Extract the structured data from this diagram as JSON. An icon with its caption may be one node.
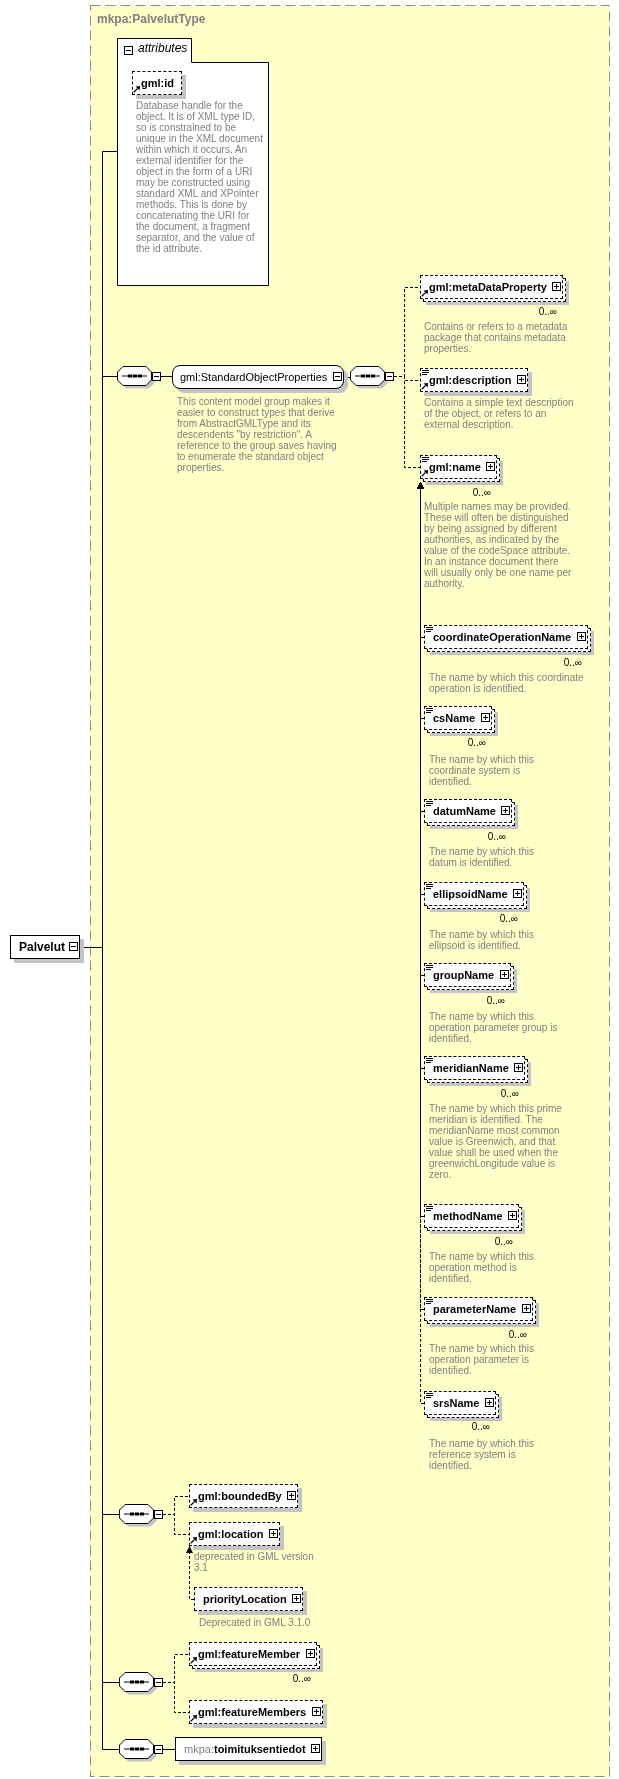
{
  "diagram": {
    "nodes": [
      {
        "text": [
          "Palvelut"
        ]
      },
      {
        "text": [
          "mkpa:PalvelutType"
        ]
      },
      {
        "text": [
          "attributes"
        ],
        "in": 1
      },
      {
        "text": [
          "gml:id"
        ],
        "in": 2,
        "beside": [
          "Database handle for the object. It is of XML type ID, so is constrained to be unique in the XML document within which it occurs. An external identifier for the object in the form of a URI may be constructed using standard XML and XPointer methods. This is done by concatenating the URI for the document, a fragment separator, and the value of the id attribute."
        ]
      },
      {
        "text": [],
        "shape": "octagon",
        "in": 1
      },
      {
        "text": [
          "gml:StandardObjectProperties"
        ],
        "in": 1,
        "beside": [
          "This content model group makes it easier to construct types that derive from AbstractGMLType and its descendents \"by restriction\". A reference to the group saves having to enumerate the standard object properties."
        ]
      },
      {
        "text": [],
        "shape": "octagon",
        "in": 1
      },
      {
        "text": [
          "gml:metaDataProperty"
        ],
        "in": 1,
        "beside": [
          "0..∞",
          "Contains or refers to a metadata package that contains metadata properties."
        ]
      },
      {
        "text": [
          "gml:description"
        ],
        "in": 1,
        "beside": [
          "Contains a simple text description of the object, or refers to an external description."
        ]
      },
      {
        "text": [
          "gml:name"
        ],
        "in": 1,
        "beside": [
          "0..∞",
          "Multiple names may be provided. These will often be distinguished by being assigned by different authorities, as indicated by the value of the codeSpace attribute. In an instance document there will usually only be one name per authority."
        ]
      },
      {
        "text": [
          "coordinateOperationName"
        ],
        "in": 1,
        "beside": [
          "0..∞",
          "The name by which this coordinate operation is identified."
        ]
      },
      {
        "text": [
          "csName"
        ],
        "in": 1,
        "beside": [
          "0..∞",
          "The name by which this coordinate system is identified."
        ]
      },
      {
        "text": [
          "datumName"
        ],
        "in": 1,
        "beside": [
          "0..∞",
          "The name by which this datum is identified."
        ]
      },
      {
        "text": [
          "ellipsoidName"
        ],
        "in": 1,
        "beside": [
          "0..∞",
          "The name by which this ellipsoid is identified."
        ]
      },
      {
        "text": [
          "groupName"
        ],
        "in": 1,
        "beside": [
          "0..∞",
          "The name by which this operation parameter group is identified."
        ]
      },
      {
        "text": [
          "meridianName"
        ],
        "in": 1,
        "beside": [
          "0..∞",
          "The name by which this prime meridian is identified. The meridianName most common value is Greenwich, and that value shall be used when the greenwichLongitude value is zero."
        ]
      },
      {
        "text": [
          "methodName"
        ],
        "in": 1,
        "beside": [
          "0..∞",
          "The name by which this operation method is identified."
        ]
      },
      {
        "text": [
          "parameterName"
        ],
        "in": 1,
        "beside": [
          "0..∞",
          "The name by which this operation parameter is identified."
        ]
      },
      {
        "text": [
          "srsName"
        ],
        "in": 1,
        "beside": [
          "0..∞",
          "The name by which this reference system is identified."
        ]
      },
      {
        "text": [],
        "shape": "octagon",
        "in": 1
      },
      {
        "text": [
          "gml:boundedBy"
        ],
        "in": 1
      },
      {
        "text": [
          "gml:location"
        ],
        "in": 1,
        "beside": [
          "deprecated in GML version 3.1"
        ]
      },
      {
        "text": [
          "priorityLocation"
        ],
        "in": 1,
        "beside": [
          "Deprecated in GML 3.1.0"
        ]
      },
      {
        "text": [],
        "shape": "octagon",
        "in": 1
      },
      {
        "text": [
          "gml:featureMember"
        ],
        "in": 1,
        "beside": [
          "0..∞"
        ]
      },
      {
        "text": [
          "gml:featureMembers"
        ],
        "in": 1
      },
      {
        "text": [],
        "shape": "octagon",
        "in": 1
      },
      {
        "text": [
          "mkpa:**toimituksentiedot**"
        ],
        "in": 1
      }
    ],
    "edges": [
      {
        "from": 0,
        "to": 2,
        "arrow": "none"
      },
      {
        "from": 0,
        "to": 4,
        "arrow": "none"
      },
      {
        "from": 0,
        "to": 19,
        "arrow": "none"
      },
      {
        "from": 0,
        "to": 23,
        "arrow": "none"
      },
      {
        "from": 0,
        "to": 26,
        "arrow": "none"
      },
      {
        "from": 4,
        "to": 5,
        "arrow": "none"
      },
      {
        "from": 5,
        "to": 6,
        "arrow": "none"
      },
      {
        "from": 6,
        "to": 7,
        "arrow": "none",
        "style": "dashed"
      },
      {
        "from": 6,
        "to": 8,
        "arrow": "none",
        "style": "dashed"
      },
      {
        "from": 6,
        "to": 9,
        "arrow": "none",
        "style": "dashed"
      },
      {
        "from": 10,
        "to": 9,
        "arrow": "to",
        "style": "dashed"
      },
      {
        "from": 11,
        "to": 9,
        "arrow": "to",
        "style": "dashed"
      },
      {
        "from": 12,
        "to": 9,
        "arrow": "to",
        "style": "dashed"
      },
      {
        "from": 13,
        "to": 9,
        "arrow": "to",
        "style": "dashed"
      },
      {
        "from": 14,
        "to": 9,
        "arrow": "to",
        "style": "dashed"
      },
      {
        "from": 15,
        "to": 9,
        "arrow": "to",
        "style": "dashed"
      },
      {
        "from": 16,
        "to": 9,
        "arrow": "to",
        "style": "dashed"
      },
      {
        "from": 17,
        "to": 9,
        "arrow": "to",
        "style": "dashed"
      },
      {
        "from": 18,
        "to": 9,
        "arrow": "to",
        "style": "dashed"
      },
      {
        "from": 19,
        "to": 20,
        "arrow": "none",
        "style": "dashed"
      },
      {
        "from": 19,
        "to": 21,
        "arrow": "none",
        "style": "dashed"
      },
      {
        "from": 22,
        "to": 21,
        "arrow": "to",
        "style": "dashed"
      },
      {
        "from": 23,
        "to": 24,
        "arrow": "none",
        "style": "dashed"
      },
      {
        "from": 23,
        "to": 25,
        "arrow": "none",
        "style": "dashed"
      },
      {
        "from": 26,
        "to": 27,
        "arrow": "none"
      }
    ]
  }
}
